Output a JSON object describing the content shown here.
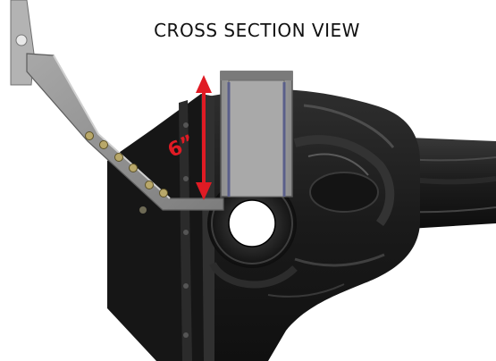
{
  "title": "CROSS SECTION VIEW",
  "dimension_label": "6”",
  "colors": {
    "background": "#ffffff",
    "title_text": "#111111",
    "dimension_red": "#e01b24",
    "housing_dark": "#1c1c1c",
    "housing_mid": "#3a3a3a",
    "bracket_steel": "#9a9a9a",
    "tube_steel": "#b5b5b5"
  },
  "parts": {
    "bracket": "steel-bracket",
    "crossmember": "square-tube-crossmember",
    "housing": "differential-housing",
    "axle_tube": "axle-tube",
    "cover_plate": "diff-cover-plate"
  }
}
